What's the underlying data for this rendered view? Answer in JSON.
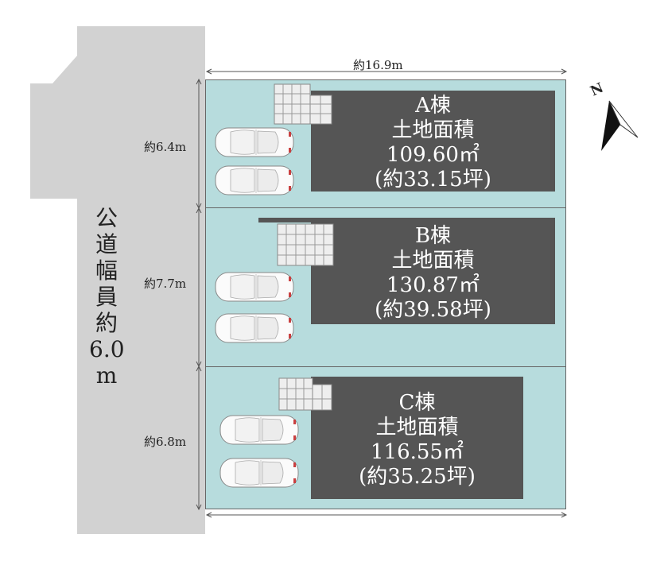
{
  "road": {
    "label_chars": [
      "公",
      "道",
      "幅",
      "員",
      "約",
      "6.0",
      "m"
    ],
    "fill": "#d2d2d2"
  },
  "dimensions": {
    "top_width": "約16.9m",
    "lot_a_depth": "約6.4m",
    "lot_b_depth": "約7.7m",
    "lot_c_depth": "約6.8m"
  },
  "lots": [
    {
      "name": "A棟",
      "area_label": "土地面積",
      "area_sqm": "109.60㎡",
      "area_tsubo": "(約33.15坪)"
    },
    {
      "name": "B棟",
      "area_label": "土地面積",
      "area_sqm": "130.87㎡",
      "area_tsubo": "(約39.58坪)"
    },
    {
      "name": "C棟",
      "area_label": "土地面積",
      "area_sqm": "116.55㎡",
      "area_tsubo": "(約35.25坪)"
    }
  ],
  "compass": {
    "label": "N"
  },
  "colors": {
    "lot": "#b7dcdd",
    "building": "#555555",
    "road": "#d2d2d2"
  },
  "icons": [
    "car-icon",
    "compass-icon",
    "porch-tile-icon"
  ]
}
